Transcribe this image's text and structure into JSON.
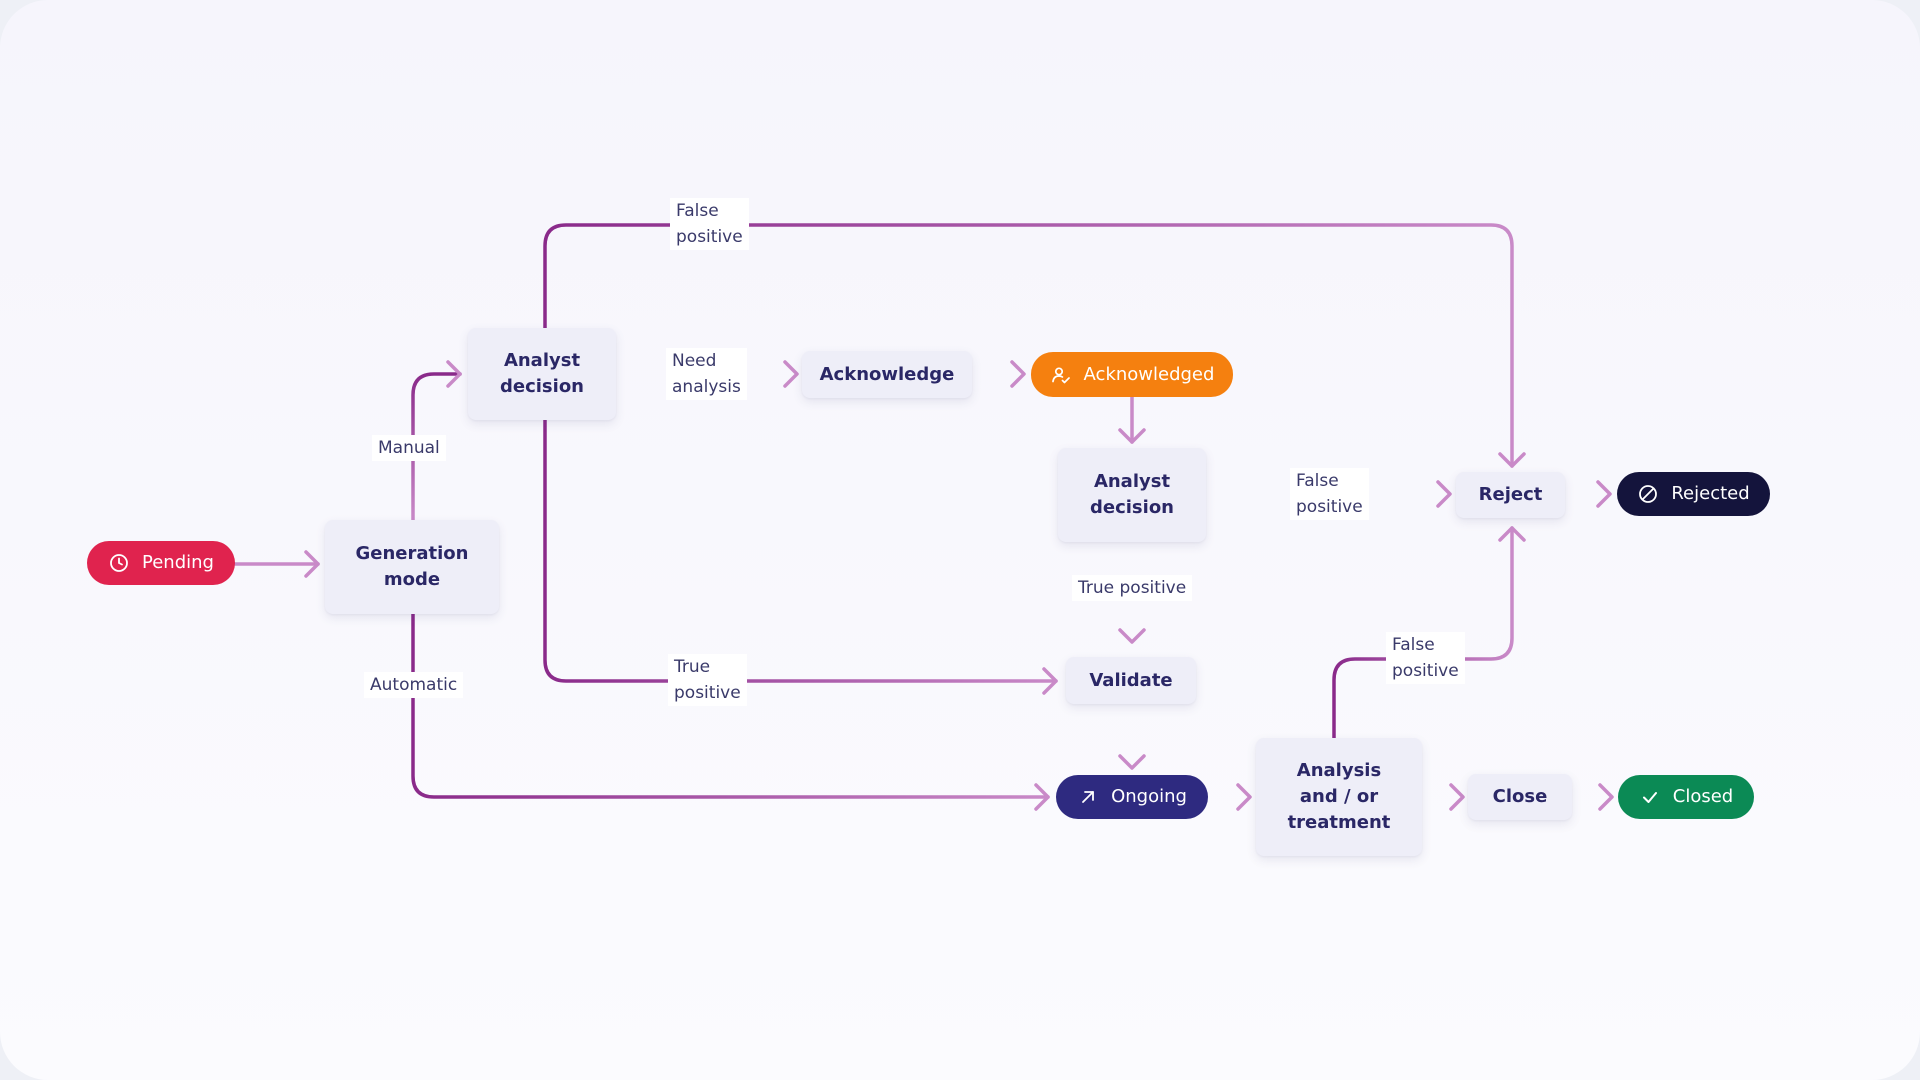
{
  "colors": {
    "line_dark": "#8a2a8a",
    "line_light": "#c98ac8",
    "pending": "#e0234e",
    "acknowledged": "#f5800f",
    "rejected": "#14143c",
    "ongoing": "#2e2a80",
    "closed": "#0b8a55",
    "box_fill": "#eeeef8",
    "box_text": "#2a2766"
  },
  "states": {
    "pending": {
      "label": "Pending",
      "icon": "clock-icon"
    },
    "acknowledged": {
      "label": "Acknowledged",
      "icon": "user-check-icon"
    },
    "rejected": {
      "label": "Rejected",
      "icon": "block-icon"
    },
    "ongoing": {
      "label": "Ongoing",
      "icon": "arrow-up-right-icon"
    },
    "closed": {
      "label": "Closed",
      "icon": "check-icon"
    }
  },
  "steps": {
    "generation_mode": "Generation\nmode",
    "analyst_decision_1": "Analyst\ndecision",
    "acknowledge": "Acknowledge",
    "analyst_decision_2": "Analyst\ndecision",
    "reject": "Reject",
    "validate": "Validate",
    "analysis_treatment": "Analysis\nand / or\ntreatment",
    "close": "Close"
  },
  "edge_labels": {
    "manual": "Manual",
    "automatic": "Automatic",
    "false_positive_top": "False\npositive",
    "need_analysis": "Need\nanalysis",
    "true_positive_left": "True\npositive",
    "false_positive_mid": "False\npositive",
    "true_positive_mid": "True positive",
    "false_positive_bottom": "False\npositive"
  }
}
